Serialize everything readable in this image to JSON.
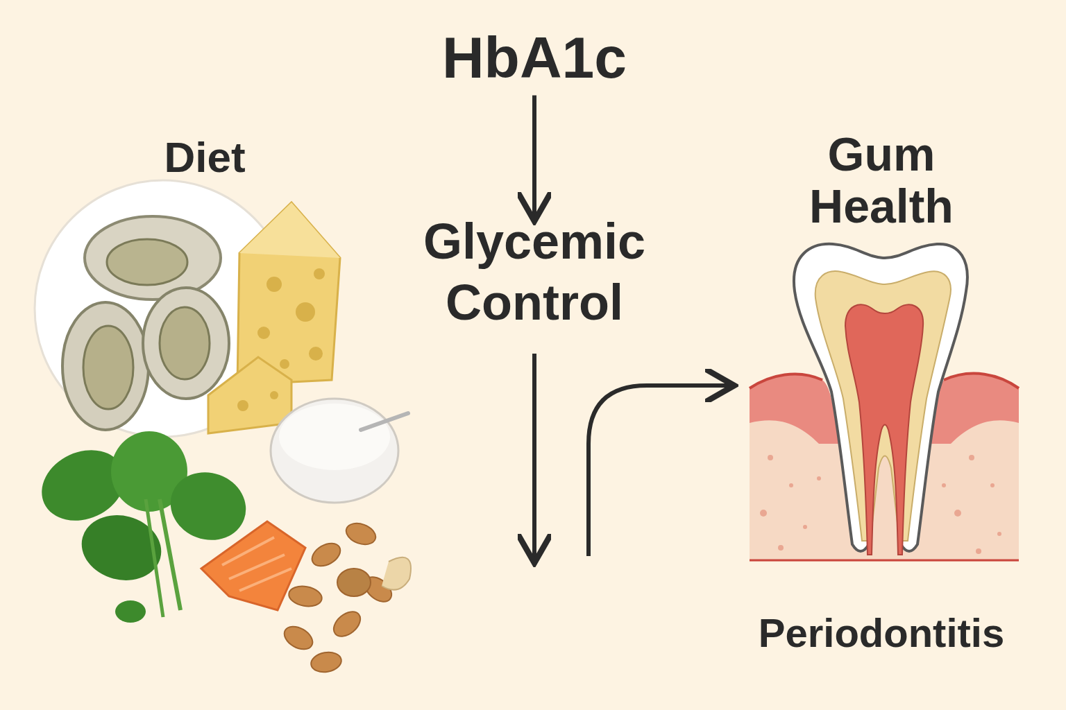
{
  "diagram": {
    "nodes": [
      {
        "text": [
          "HbA1c"
        ]
      },
      {
        "text": [
          "Glycemic Control"
        ]
      },
      {
        "text": [
          "Diet"
        ]
      },
      {
        "text": [
          "Gum Health",
          "Periodontitis"
        ]
      }
    ],
    "edges": [
      {
        "from": 0,
        "to": 1,
        "arrow": "to"
      }
    ]
  }
}
